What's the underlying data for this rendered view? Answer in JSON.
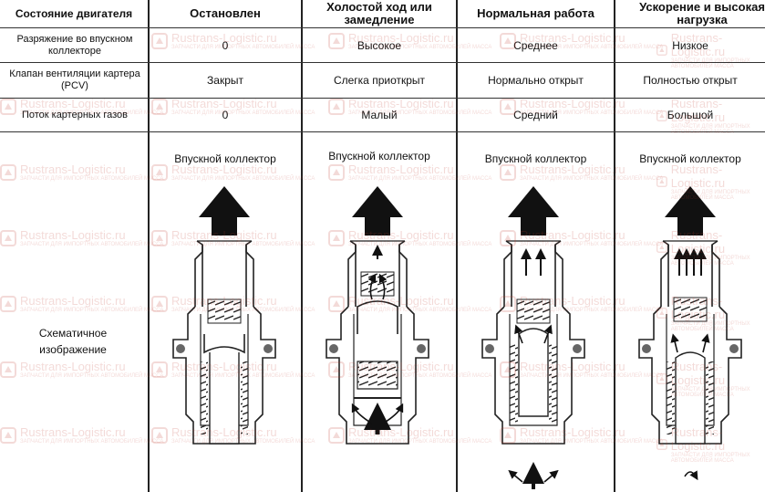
{
  "header": {
    "state": "Состояние двигателя",
    "col1": "Остановлен",
    "col2": "Холостой ход или замедление",
    "col3": "Нормальная работа",
    "col4": "Ускорение и высокая нагрузка"
  },
  "rows": [
    {
      "label": "Разряжение во впускном коллекторе",
      "values": [
        "0",
        "Высокое",
        "Среднее",
        "Низкое"
      ]
    },
    {
      "label": "Клапан вентиляции картера (PCV)",
      "values": [
        "Закрыт",
        "Слегка приоткрыт",
        "Нормально открыт",
        "Полностью открыт"
      ]
    },
    {
      "label": "Поток картерных газов",
      "values": [
        "0",
        "Малый",
        "Средний",
        "Большой"
      ]
    }
  ],
  "scheme": {
    "label": "Схематичное изображение",
    "intake_label": "Впускной коллектор"
  },
  "watermark": {
    "text": "Rustrans-Logistic.ru",
    "subtext": "ЗАПЧАСТИ ДЛЯ ИМПОРТНЫХ АВТОМОБИЛЕЙ МАССА"
  },
  "colors": {
    "line": "#222222",
    "watermark": "#c0392b"
  }
}
